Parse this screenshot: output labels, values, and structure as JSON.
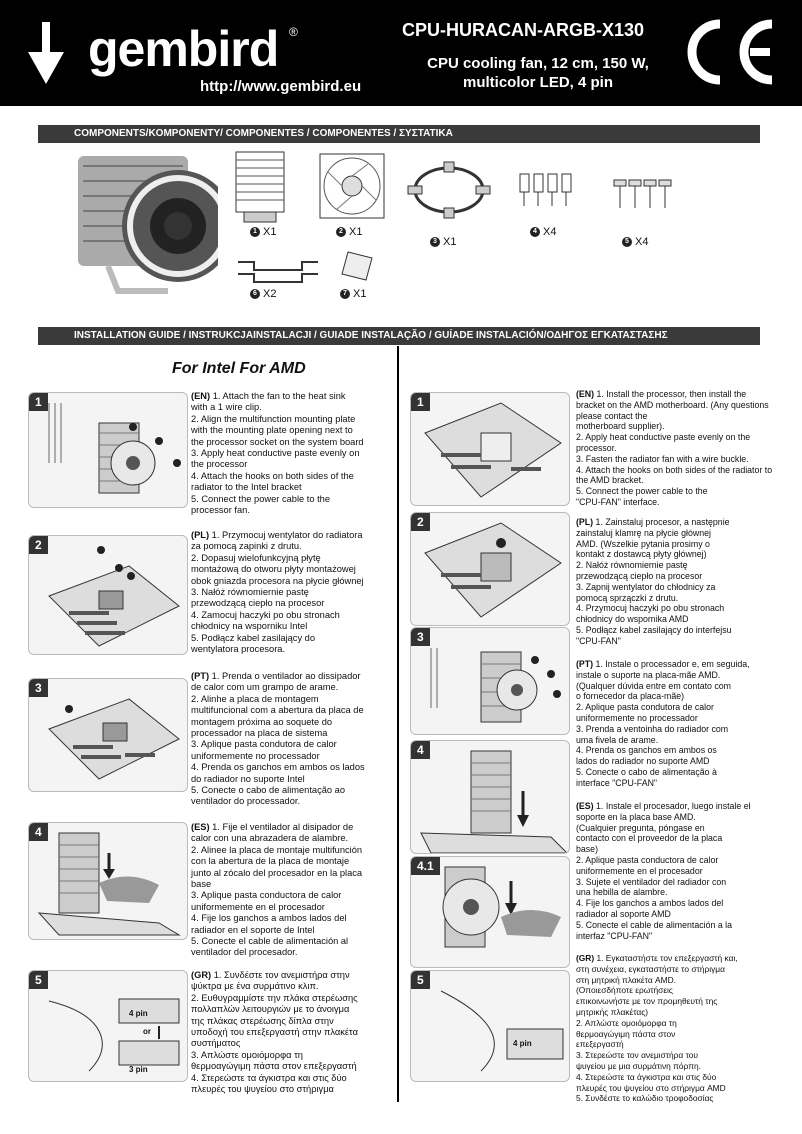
{
  "header": {
    "brand": "gembird",
    "registered": "®",
    "url": "http://www.gembird.eu",
    "model": "CPU-HURACAN-ARGB-X130",
    "subtitle": "CPU cooling fan, 12 cm, 150 W, multicolor LED, 4 pin",
    "ce_mark": "CE"
  },
  "components": {
    "title": "COMPONENTS/KOMPONENTY/ COMPONENTES / COMPONENTES / ΣΥΣΤΑΤΙΚΑ",
    "items": [
      {
        "num": "1",
        "qty": "X1"
      },
      {
        "num": "2",
        "qty": "X1"
      },
      {
        "num": "3",
        "qty": "X1"
      },
      {
        "num": "4",
        "qty": "X4"
      },
      {
        "num": "5",
        "qty": "X4"
      },
      {
        "num": "6",
        "qty": "X2"
      },
      {
        "num": "7",
        "qty": "X1"
      }
    ]
  },
  "install": {
    "title": "INSTALLATION GUIDE / INSTRUKCJAINSTALACJI / GUIADE INSTALAÇÃO / GUÍADE INSTALACIÓN/ΟΔΗΓΟΣ ΕΓΚΑΤΑΣΤΑΣΗΣ",
    "for_title": "For  Intel For AMD"
  },
  "left_steps": [
    "1",
    "2",
    "3",
    "4",
    "5"
  ],
  "right_steps": [
    "1",
    "2",
    "3",
    "4",
    "4.1",
    "5"
  ],
  "pin_labels": {
    "left_top": "4 pin",
    "left_or": "or",
    "left_bottom": "3 pin",
    "right": "4 pin"
  },
  "left_text": {
    "en": {
      "lang": "(EN)",
      "lines": [
        " 1. Attach the fan to the heat sink",
        "with a 1 wire clip.",
        "2. Align the multifunction mounting plate",
        "with the mounting plate opening next to",
        "the processor socket on the system board",
        "3. Apply heat conductive paste evenly on",
        "the processor",
        "4. Attach the hooks on both sides of the",
        "radiator to the Intel bracket",
        "5. Connect the power cable to the",
        "processor fan."
      ]
    },
    "pl": {
      "lang": "(PL)",
      "lines": [
        " 1. Przymocuj wentylator do radiatora",
        "za pomocą zapinki z drutu.",
        "2. Dopasuj wielofunkcyjną płytę",
        "montażową do otworu płyty montażowej",
        "obok gniazda procesora na płycie głównej",
        "3. Nałóż równomiernie pastę",
        "przewodzącą ciepło na procesor",
        "4. Zamocuj haczyki po obu stronach",
        "chłodnicy na wsporniku Intel",
        "5. Podłącz kabel zasilający do",
        "wentylatora procesora."
      ]
    },
    "pt": {
      "lang": "(PT)",
      "lines": [
        " 1. Prenda o ventilador ao dissipador",
        "de calor com um grampo de arame.",
        "2. Alinhe a placa de montagem",
        "multifuncional com a abertura da placa de",
        "montagem próxima ao soquete do",
        "processador na placa de sistema",
        "3. Aplique pasta condutora de calor",
        "uniformemente no processador",
        "4. Prenda os ganchos em ambos os lados",
        "do radiador no suporte Intel",
        "5. Conecte o cabo de alimentação ao",
        "ventilador do processador."
      ]
    },
    "es": {
      "lang": "(ES)",
      "lines": [
        " 1. Fije el ventilador al disipador de",
        "calor con una abrazadera de alambre.",
        "2. Alinee la placa de montaje multifunción",
        "con la abertura de la placa de montaje",
        "junto al zócalo del procesador en la placa",
        "base",
        "3. Aplique pasta conductora de calor",
        "uniformemente en el procesador",
        "4. Fije los ganchos a ambos lados del",
        "radiador en el soporte de Intel",
        "5. Conecte el cable de alimentación al",
        "ventilador del procesador."
      ]
    },
    "gr": {
      "lang": "(GR)",
      "lines": [
        " 1. Συνδέστε τον ανεμιστήρα στην",
        "ψύκτρα με ένα συρμάτινο κλιπ.",
        "2. Ευθυγραμμίστε την πλάκα στερέωσης",
        "πολλαπλών λειτουργιών με το άνοιγμα",
        "της πλάκας στερέωσης δίπλα στην",
        "υποδοχή του επεξεργαστή στην πλακέτα",
        "συστήματος",
        "3. Απλώστε ομοιόμορφα τη",
        "θερμοαγώγιμη πάστα στον επεξεργαστή",
        "4. Στερεώστε τα άγκιστρα και στις δύο",
        "πλευρές του ψυγείου στο στήριγμα"
      ]
    }
  },
  "right_text": {
    "en": {
      "lang": "(EN)",
      "lines": [
        " 1. Install the processor, then install the",
        "bracket on the AMD motherboard. (Any questions",
        "please contact the",
        "motherboard supplier).",
        "2. Apply heat conductive paste evenly on the",
        "processor.",
        "3. Fasten the radiator fan with a wire buckle.",
        "4. Attach the hooks on both sides of the radiator to",
        "the AMD bracket.",
        "5. Connect the power cable to the",
        "\"CPU-FAN\" interface."
      ]
    },
    "pl": {
      "lang": "(PL)",
      "lines": [
        " 1. Zainstaluj procesor, a następnie",
        "zainstaluj klamrę na płycie głównej",
        "AMD. (Wszelkie pytania prosimy o",
        "kontakt z dostawcą płyty głównej)",
        "2. Nałóż równomiernie pastę",
        "przewodzącą ciepło na procesor",
        "3. Zapnij wentylator do chłodnicy za",
        "pomocą sprzączki z drutu.",
        "4. Przymocuj haczyki po obu stronach",
        "chłodnicy do wspornika AMD",
        "5. Podłącz kabel zasilający do interfejsu",
        "\"CPU-FAN\""
      ]
    },
    "pt": {
      "lang": "(PT)",
      "lines": [
        " 1. Instale o processador e, em seguida,",
        "instale o suporte na placa-mãe AMD.",
        "(Qualquer dúvida entre em contato com",
        "o fornecedor da placa-mãe)",
        "2. Aplique pasta condutora de calor",
        "uniformemente no processador",
        "3. Prenda a ventoinha do radiador com",
        "uma fivela de arame.",
        "4. Prenda os ganchos em ambos os",
        "lados do radiador no suporte AMD",
        "5. Conecte o cabo de alimentação à",
        "interface \"CPU-FAN\""
      ]
    },
    "es": {
      "lang": "(ES)",
      "lines": [
        " 1. Instale el procesador, luego instale el",
        "soporte en la placa base AMD.",
        "(Cualquier pregunta, póngase en",
        "contacto con el proveedor de la placa",
        "base)",
        "2. Aplique pasta conductora de calor",
        "uniformemente en el procesador",
        "3. Sujete el ventilador del radiador con",
        "una hebilla de alambre.",
        "4. Fije los ganchos a ambos lados del",
        "radiador al soporte AMD",
        "5. Conecte el cable de alimentación a la",
        "interfaz \"CPU-FAN\""
      ]
    },
    "gr": {
      "lang": "(GR)",
      "lines": [
        " 1. Εγκαταστήστε τον επεξεργαστή και,",
        "στη συνέχεια, εγκαταστήστε το στήριγμα",
        "στη μητρική πλακέτα AMD.",
        "(Οποιεσδήποτε ερωτήσεις",
        "επικοινωνήστε με τον προμηθευτή της",
        "μητρικής πλακέτας)",
        "2. Απλώστε ομοιόμορφα τη",
        "θερμοαγώγιμη πάστα στον",
        "επεξεργαστή",
        "3. Στερεώστε τον ανεμιστήρα του",
        "ψυγείου με μια συρμάτινη πόρπη.",
        "4. Στερεώστε τα άγκιστρα και στις δύο",
        "πλευρές του ψυγείου στο στήριγμα AMD",
        "5. Συνδέστε το καλώδιο τροφοδοσίας"
      ]
    }
  }
}
